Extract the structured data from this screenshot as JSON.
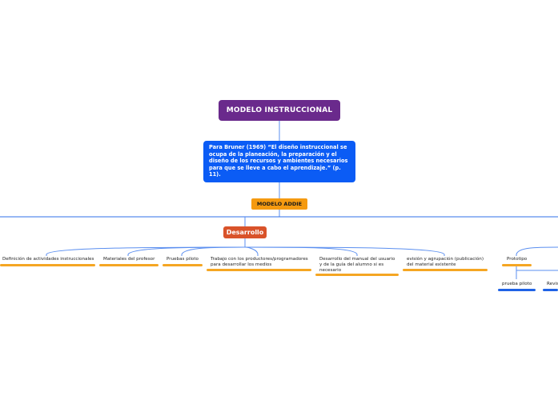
{
  "root": {
    "title": "MODELO INSTRUCCIONAL"
  },
  "quote": {
    "text": "Para Bruner (1969) “El diseño instruccional se ocupa de la planeación, la preparación y el diseño de los recursos y ambientes necesarios para que se lleve a cabo el aprendizaje.” (p. 11)."
  },
  "addie": {
    "label": "MODELO ADDIE"
  },
  "desarrollo": {
    "label": "Desarrollo",
    "children": [
      "Definición de actividades instruccionales",
      "Materiales del profesor",
      "Pruebas piloto",
      "Trabajo con los productores/programadores para desarrollar los medios",
      "Desarrollo del manual del usuario y de la guía del alumno si es necesario",
      "evisión y agrupación (publicación) del material existente"
    ]
  },
  "prototipo": {
    "label": "Prototipo",
    "children": [
      "prueba piloto",
      "Revis"
    ]
  },
  "colors": {
    "root": "#6a2a8c",
    "quote": "#0b5cf5",
    "addie": "#f59a10",
    "desarrollo": "#d9532a",
    "orange_line": "#f5a623",
    "blue_line": "#1f63e6",
    "connector": "#5b8ff0"
  }
}
